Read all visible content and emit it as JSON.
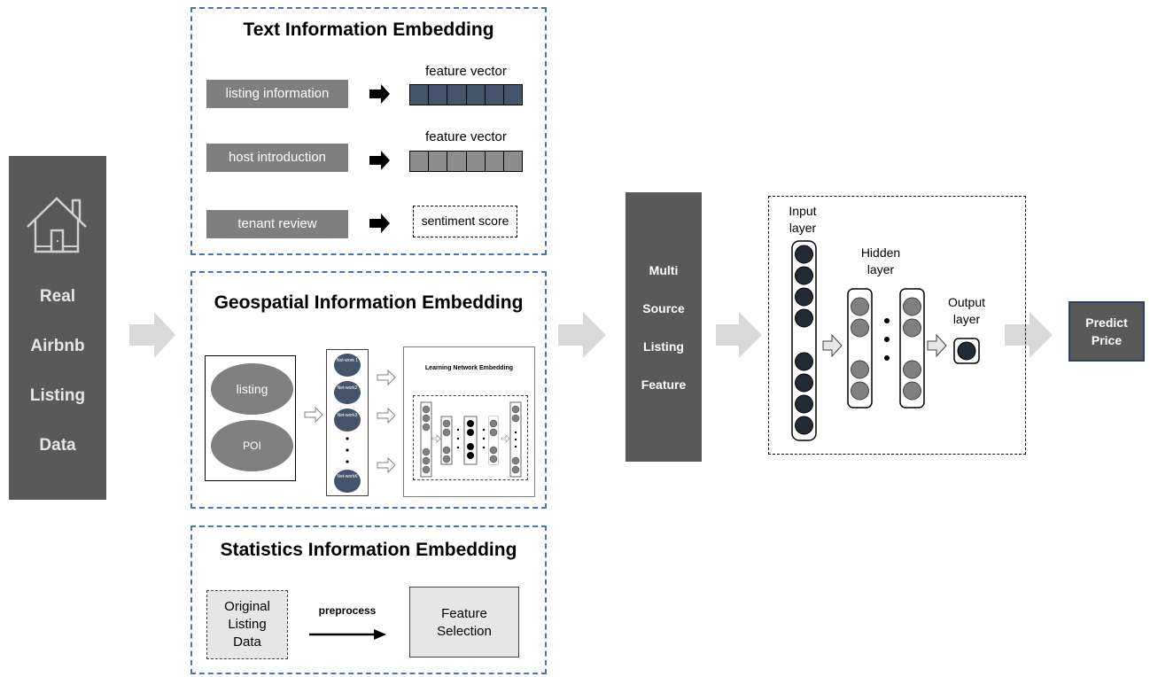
{
  "source": {
    "words": [
      "Real",
      "Airbnb",
      "Listing",
      "Data"
    ],
    "icon": "house-icon"
  },
  "text_embedding": {
    "title": "Text  Information Embedding",
    "rows": [
      {
        "input": "listing information",
        "output": "feature vector",
        "output_color": "#44546a"
      },
      {
        "input": "host introduction",
        "output": "feature vector",
        "output_color": "#7f7f7f"
      },
      {
        "input": "tenant review",
        "output": "sentiment score"
      }
    ]
  },
  "geo_embedding": {
    "title": "Geospatial Information Embedding",
    "ellipses": [
      "listing",
      "POI"
    ],
    "networks": [
      "Net-work 1",
      "Net-work2",
      "Net-work3",
      "Net-workK"
    ],
    "learning_title": "Learning Network Embedding"
  },
  "stat_embedding": {
    "title": "Statistics Information Embedding",
    "input": [
      "Original",
      "Listing",
      "Data"
    ],
    "arrow_label": "preprocess",
    "output": [
      "Feature",
      "Selection"
    ]
  },
  "feature_panel": {
    "words": [
      "Multi",
      "Source",
      "Listing",
      "Feature"
    ]
  },
  "network": {
    "input_label": [
      "Input",
      "layer"
    ],
    "hidden_label": [
      "Hidden",
      "layer"
    ],
    "output_label": [
      "Output",
      "layer"
    ]
  },
  "predict": {
    "words": [
      "Predict",
      "Price"
    ]
  },
  "colors": {
    "dashed_border": "#4472c4",
    "panel": "#595959",
    "node_dark": "#222a35",
    "node_gray": "#808080",
    "arrow": "#d9d9d9"
  }
}
